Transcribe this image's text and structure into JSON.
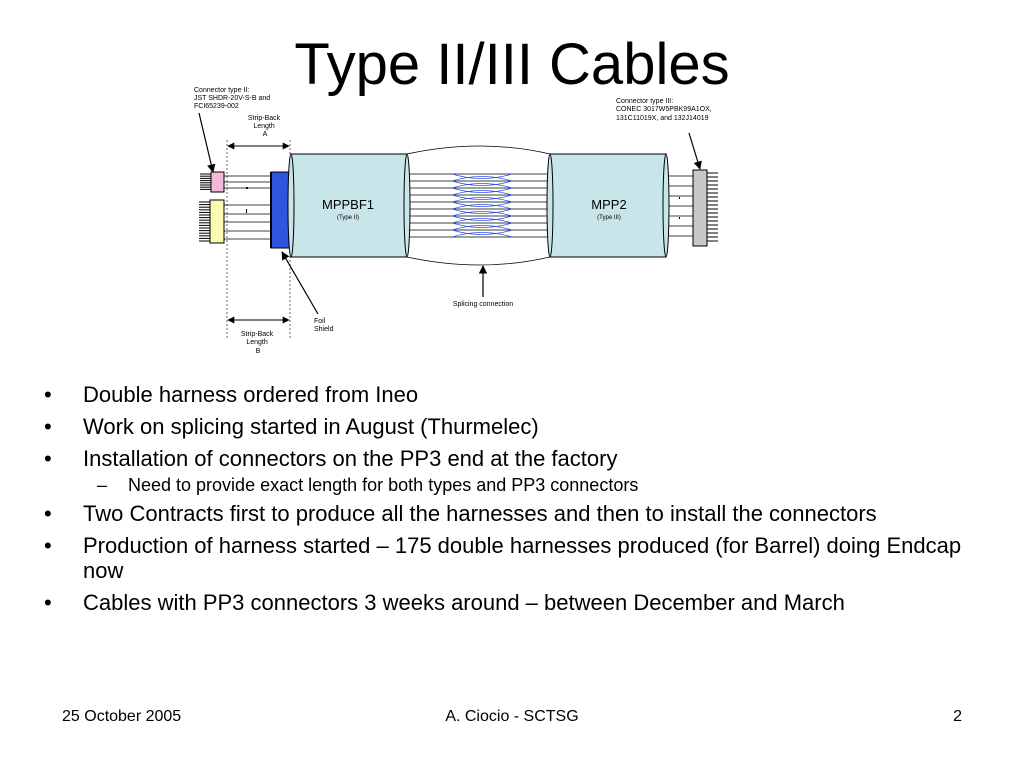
{
  "slide": {
    "title": "Type II/III Cables",
    "diagram": {
      "connector_type2_label": [
        "Connector type II:",
        "JST SHDR-20V-S-B and",
        "FCI65239-002"
      ],
      "connector_type3_label": [
        "Connector type III:",
        "CONEC 3017W5PBK99A1OX,",
        "131C11019X, and 132J14019"
      ],
      "strip_back_a": [
        "Strip-Back",
        "Length",
        "A"
      ],
      "strip_back_b": [
        "Strip-Back",
        "Length",
        "B"
      ],
      "foil_shield": [
        "Foil",
        "Shield"
      ],
      "splicing": "Splicing connection",
      "box1_name": "MPPBF1",
      "box1_sub": "(Type II)",
      "box2_name": "MPP2",
      "box2_sub": "(Type III)"
    },
    "bullets": [
      {
        "level": 1,
        "text": "Double harness ordered from Ineo"
      },
      {
        "level": 1,
        "text": "Work on splicing started in August (Thurmelec)"
      },
      {
        "level": 1,
        "text": "Installation of connectors on the PP3 end at the factory"
      },
      {
        "level": 2,
        "text": "Need to provide exact length for both types and PP3 connectors"
      },
      {
        "level": 1,
        "text": "Two Contracts first to produce all the harnesses and then to install the connectors"
      },
      {
        "level": 1,
        "text": "Production of harness started – 175 double harnesses produced (for Barrel) doing Endcap now"
      },
      {
        "level": 1,
        "text": "Cables with PP3 connectors 3 weeks around – between December and March"
      }
    ],
    "footer": {
      "date": "25 October 2005",
      "author": "A. Ciocio - SCTSG",
      "page": "2"
    },
    "colors": {
      "box_fill": "#c8e6ea",
      "shield_blue": "#2e54e0",
      "conn_pink": "#f4b8d8",
      "conn_yellow": "#fafab0",
      "conn_gray": "#c8c8c8"
    }
  }
}
